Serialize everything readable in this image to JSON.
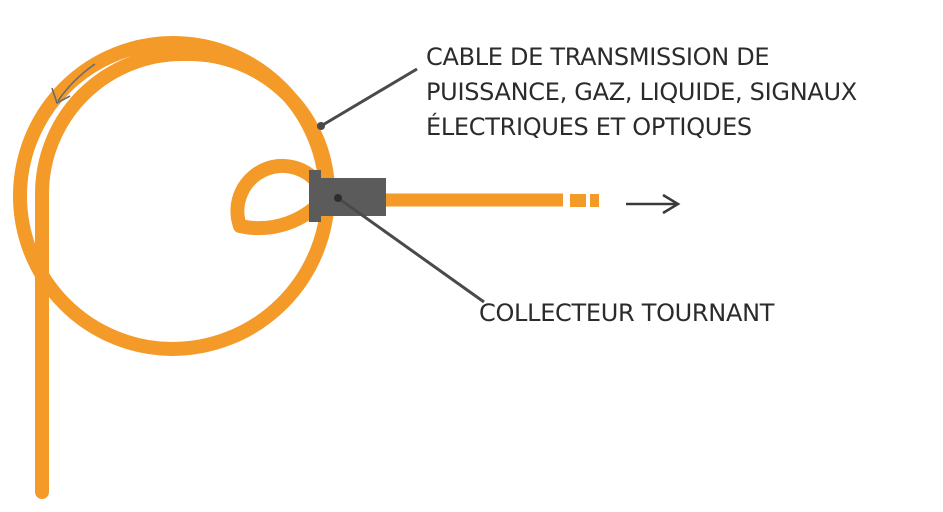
{
  "labels": {
    "cable": {
      "line1": "CABLE DE TRANSMISSION DE",
      "line2": "PUISSANCE, GAZ, LIQUIDE, SIGNAUX",
      "line3": "ÉLECTRIQUES ET OPTIQUES"
    },
    "collector": "COLLECTEUR TOURNANT"
  },
  "colors": {
    "cable": "#f39a28",
    "collector": "#5b5b5b",
    "leader": "#4a4a4a",
    "arrow": "#3a3a3a",
    "text": "#2b2b2b"
  },
  "icons": {
    "rotation": "curved-arrow-counterclockwise-icon",
    "output": "arrow-right-icon"
  }
}
